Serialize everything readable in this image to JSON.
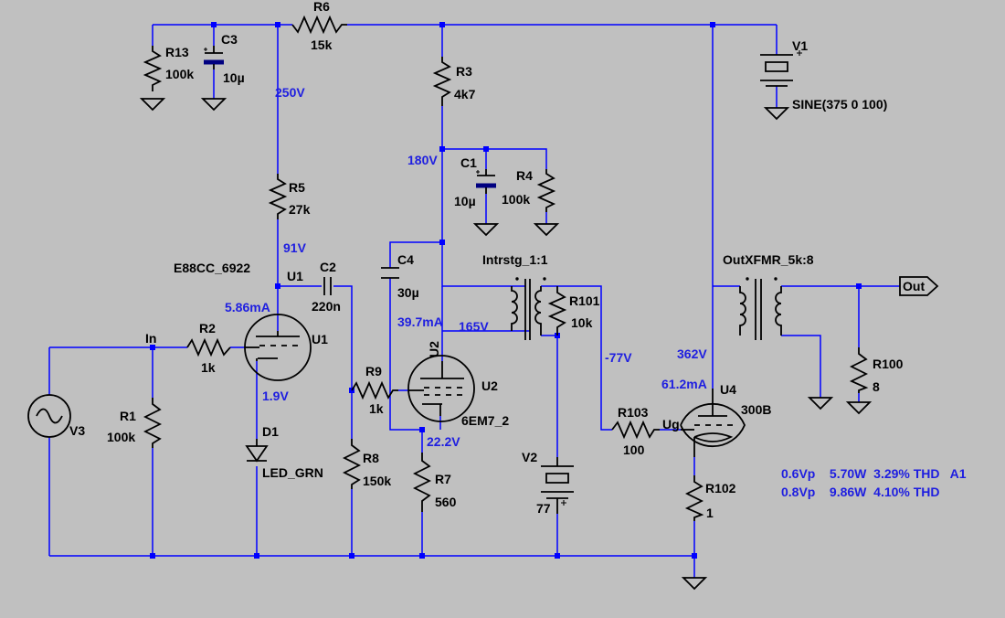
{
  "components": {
    "R13": {
      "ref": "R13",
      "value": "100k"
    },
    "C3": {
      "ref": "C3",
      "value": "10µ"
    },
    "R6": {
      "ref": "R6",
      "value": "15k"
    },
    "R3": {
      "ref": "R3",
      "value": "4k7"
    },
    "V1": {
      "ref": "V1",
      "value": "SINE(375 0 100)"
    },
    "C1": {
      "ref": "C1",
      "value": "10µ"
    },
    "R4": {
      "ref": "R4",
      "value": "100k"
    },
    "R5": {
      "ref": "R5",
      "value": "27k"
    },
    "C2": {
      "ref": "C2",
      "value": "220n"
    },
    "C4": {
      "ref": "C4",
      "value": "30µ"
    },
    "U1": {
      "ref": "U1",
      "model": "E88CC_6922",
      "pin_label": "U1"
    },
    "R2": {
      "ref": "R2",
      "value": "1k"
    },
    "R1": {
      "ref": "R1",
      "value": "100k"
    },
    "V3": {
      "ref": "V3"
    },
    "D1": {
      "ref": "D1",
      "value": "LED_GRN"
    },
    "R9": {
      "ref": "R9",
      "value": "1k"
    },
    "R8": {
      "ref": "R8",
      "value": "150k"
    },
    "U2": {
      "ref": "U2",
      "model": "6EM7_2",
      "side_label": "U2"
    },
    "R7": {
      "ref": "R7",
      "value": "560"
    },
    "T1": {
      "ref": "Intrstg_1:1"
    },
    "R101": {
      "ref": "R101",
      "value": "10k"
    },
    "V2": {
      "ref": "V2",
      "value": "77"
    },
    "R103": {
      "ref": "R103",
      "value": "100"
    },
    "U4": {
      "ref": "U4",
      "model": "300B"
    },
    "R102": {
      "ref": "R102",
      "value": "1"
    },
    "T2": {
      "ref": "OutXFMR_5k:8"
    },
    "R100": {
      "ref": "R100",
      "value": "8"
    }
  },
  "nets": {
    "in": "In",
    "ug": "Ug",
    "out": "Out"
  },
  "operating_points": {
    "v_250": "250V",
    "v_180": "180V",
    "v_91": "91V",
    "i_u1": "5.86mA",
    "v_1_9": "1.9V",
    "i_u2": "39.7mA",
    "v_165": "165V",
    "v_22_2": "22.2V",
    "v_m77": "-77V",
    "v_362": "362V",
    "i_u4": "61.2mA"
  },
  "notes": {
    "line1": "0.6Vp    5.70W  3.29% THD   A1",
    "line2": "0.8Vp    9.86W  4.10% THD"
  },
  "colors": {
    "background": "#c0c0c0",
    "wire": "#0000ff",
    "annotation": "#1e1ee0",
    "capacitor": "#000080"
  }
}
